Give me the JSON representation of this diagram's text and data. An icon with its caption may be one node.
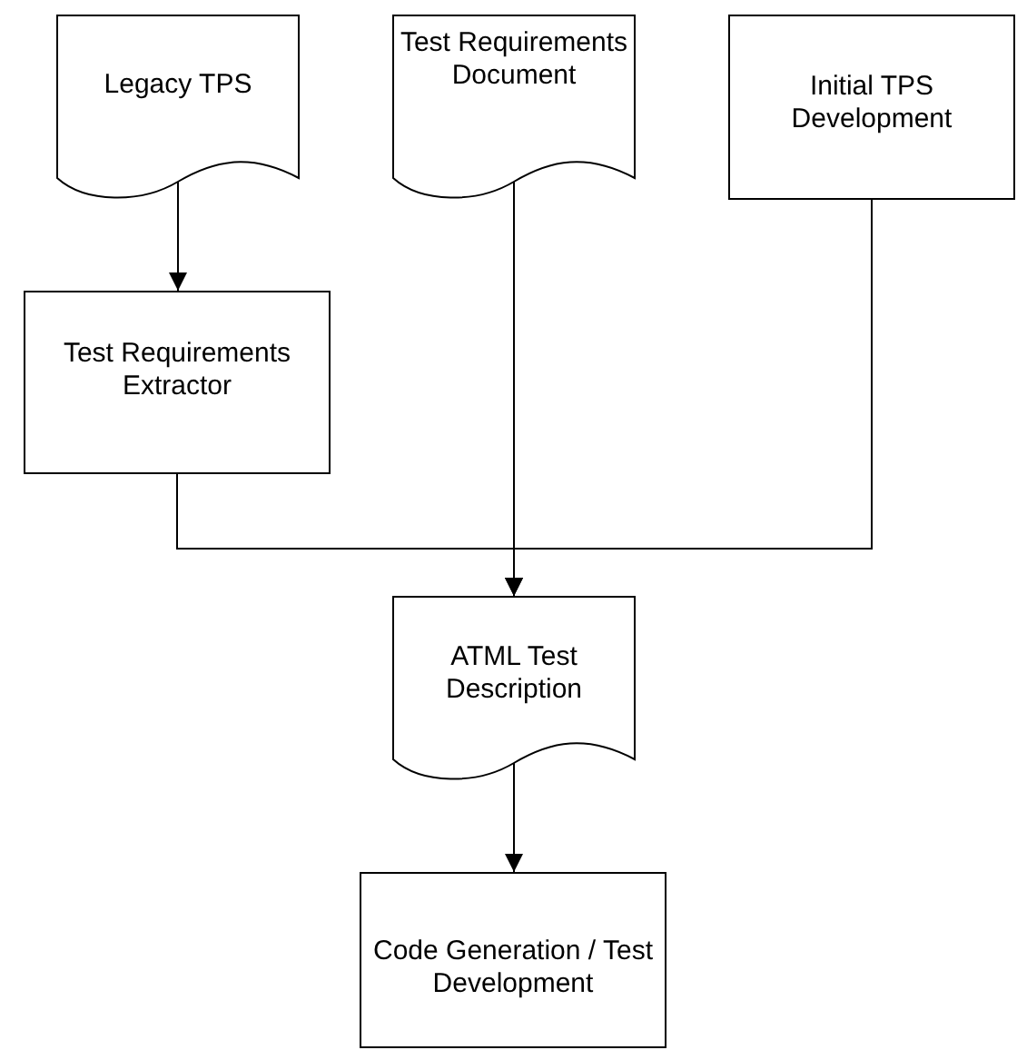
{
  "diagram": {
    "nodes": [
      {
        "text": [
          "Legacy TPS"
        ]
      },
      {
        "text": [
          "Test Requirements Document"
        ]
      },
      {
        "text": [
          "Initial TPS Development"
        ]
      },
      {
        "text": [
          "Test Requirements Extractor"
        ]
      },
      {
        "text": [
          "ATML Test Description"
        ]
      },
      {
        "text": [
          "Code Generation / Test Development"
        ]
      }
    ],
    "edges": [
      {
        "from": 0,
        "to": 3,
        "arrow": "to"
      },
      {
        "from": 3,
        "to": 4,
        "arrow": "to"
      },
      {
        "from": 1,
        "to": 4,
        "arrow": "to"
      },
      {
        "from": 2,
        "to": 4,
        "arrow": "to"
      },
      {
        "from": 4,
        "to": 5,
        "arrow": "to"
      }
    ]
  }
}
